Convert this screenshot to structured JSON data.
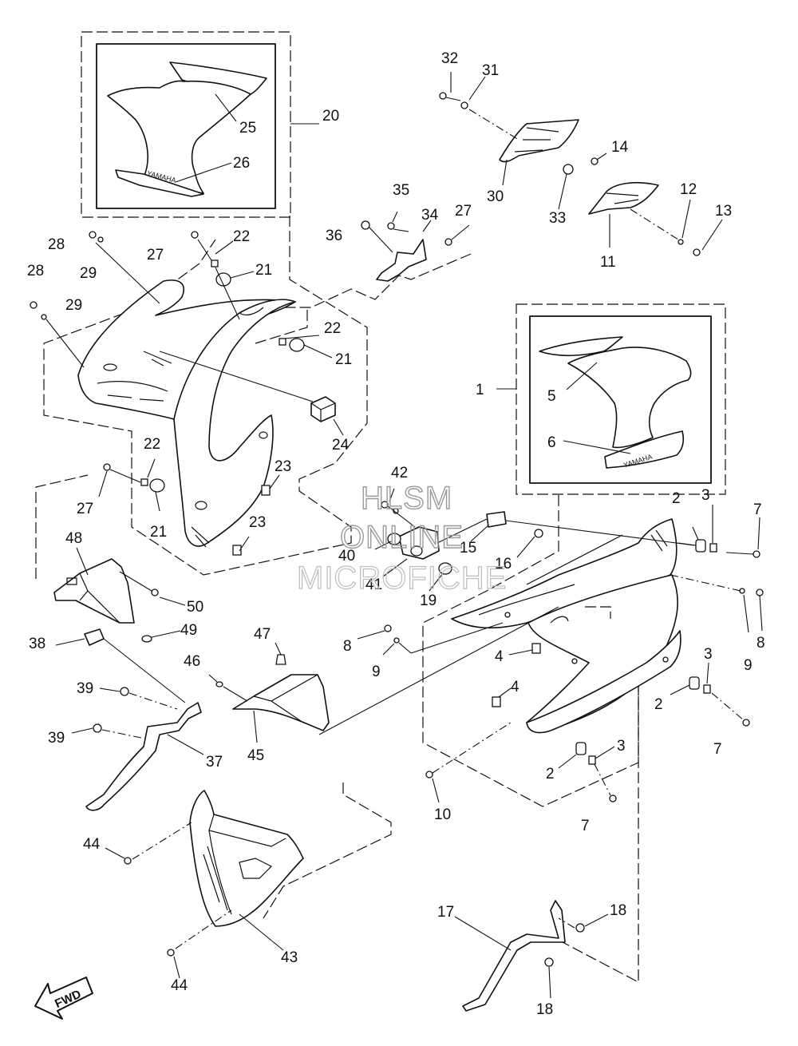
{
  "watermark": {
    "line1": "HLSM",
    "line2": "ONLINE",
    "line3": "MICROFICHE"
  },
  "direction_label": "FWD",
  "decal_text": "YAMAHA",
  "callouts": [
    "1",
    "2",
    "3",
    "4",
    "5",
    "6",
    "7",
    "8",
    "9",
    "10",
    "11",
    "12",
    "13",
    "14",
    "15",
    "16",
    "17",
    "18",
    "19",
    "20",
    "21",
    "22",
    "23",
    "24",
    "25",
    "26",
    "27",
    "28",
    "29",
    "30",
    "31",
    "32",
    "33",
    "34",
    "35",
    "36",
    "37",
    "38",
    "39",
    "40",
    "41",
    "42",
    "43",
    "44",
    "45",
    "46",
    "47",
    "48",
    "49",
    "50"
  ]
}
